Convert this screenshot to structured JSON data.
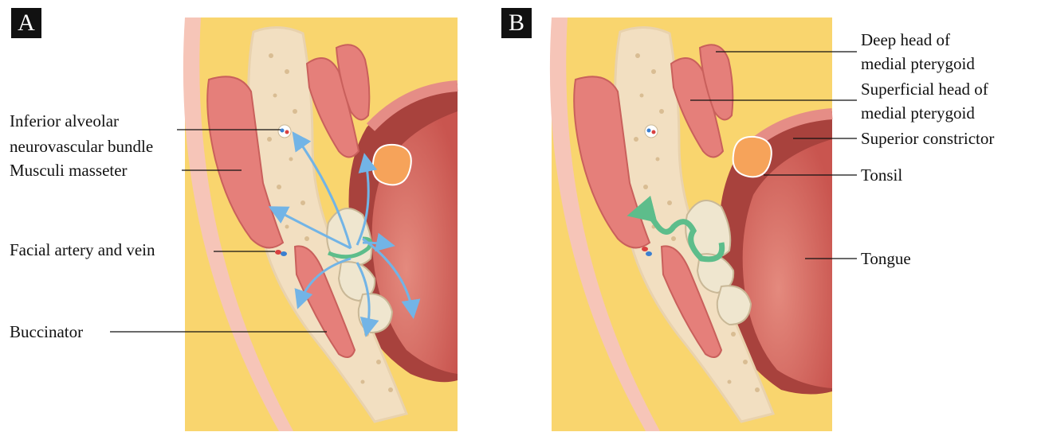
{
  "panels": {
    "a": {
      "tag": "A"
    },
    "b": {
      "tag": "B"
    }
  },
  "labels_a": {
    "alveolar_1": "Inferior alveolar",
    "alveolar_2": "neurovascular bundle",
    "masseter": "Musculi masseter",
    "facial": "Facial artery and vein",
    "buccinator": "Buccinator"
  },
  "labels_b": {
    "deep_1": "Deep head of",
    "deep_2": "medial pterygoid",
    "superficial_1": "Superficial head of",
    "superficial_2": "medial pterygoid",
    "constrictor": "Superior constrictor",
    "tonsil": "Tonsil",
    "tongue": "Tongue"
  },
  "colors": {
    "fat": "#f9d56e",
    "skin": "#f6c5b8",
    "bone": "#f2dfc1",
    "muscle": "#e57f7a",
    "tongue": "#d4655e",
    "tonsil": "#f6a35a",
    "spread_arrow": "#72b4e6",
    "infection_focus": "#5dbd8b"
  }
}
